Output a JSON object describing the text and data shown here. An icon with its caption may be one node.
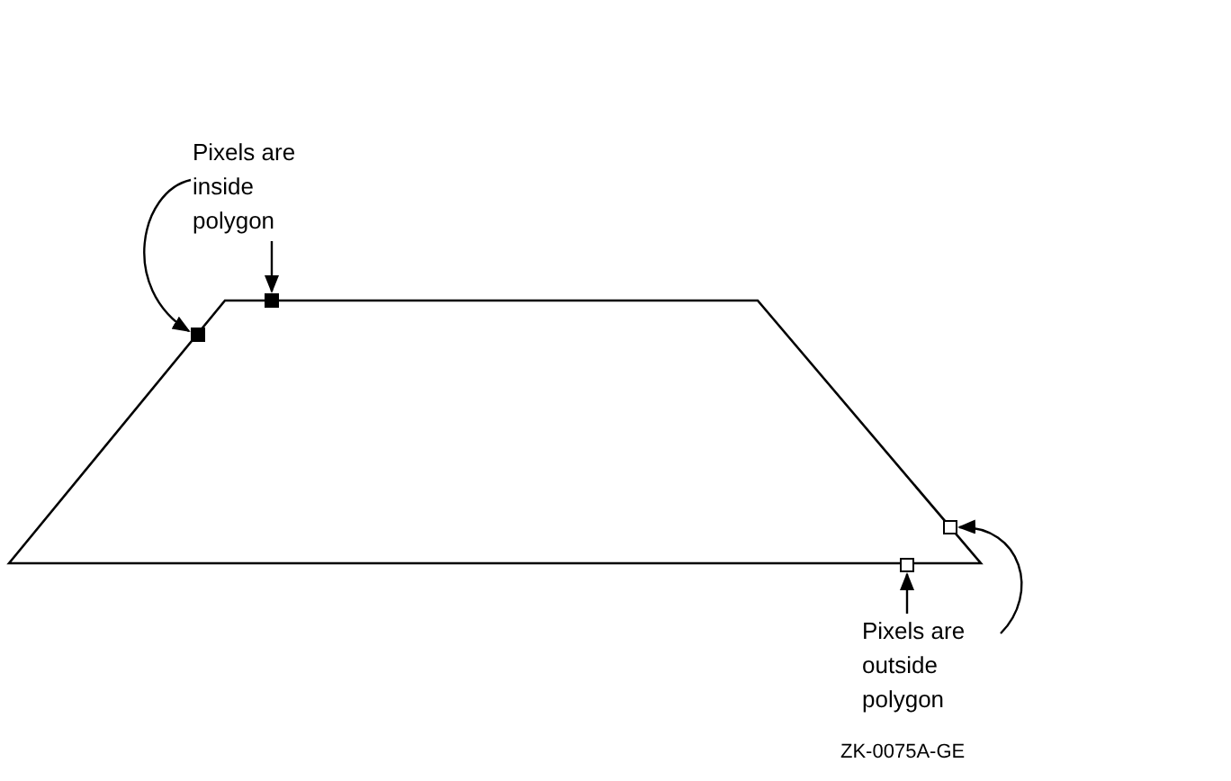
{
  "diagram": {
    "nodes": [
      {
        "text": [
          "Pixels are inside polygon"
        ]
      },
      {
        "text": [],
        "shape": "box"
      },
      {
        "text": [],
        "shape": "box"
      },
      {
        "text": [
          "Pixels are outside polygon"
        ]
      },
      {
        "text": [],
        "shape": "box"
      },
      {
        "text": [],
        "shape": "box"
      }
    ],
    "edges": [
      {
        "from": 0,
        "to": 1,
        "arrow": "to"
      },
      {
        "from": 0,
        "to": 2,
        "arrow": "to"
      },
      {
        "from": 3,
        "to": 4,
        "arrow": "to"
      },
      {
        "from": 3,
        "to": 5,
        "arrow": "to"
      }
    ],
    "labels": [
      "ZK-0075A-GE"
    ]
  }
}
